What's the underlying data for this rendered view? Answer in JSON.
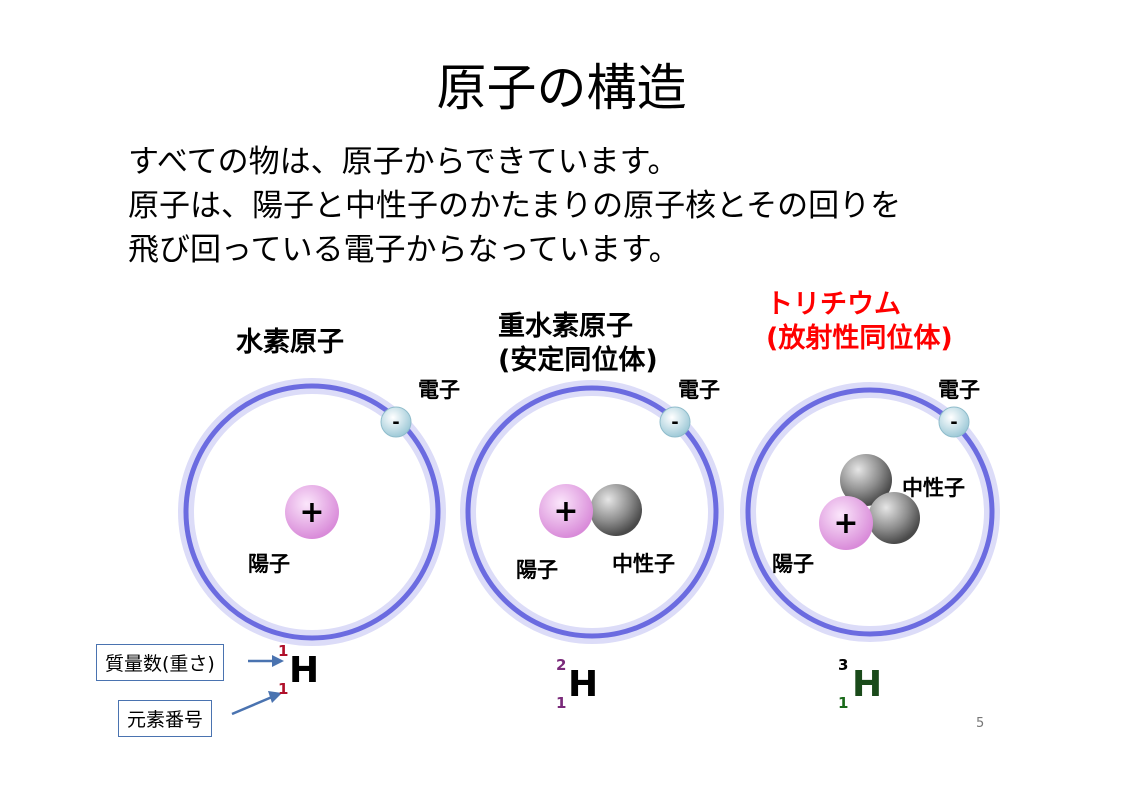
{
  "title": "原子の構造",
  "intro": [
    "すべての物は、原子からできています。",
    "原子は、陽子と中性子のかたまりの原子核とその回りを",
    "飛び回っている電子からなっています。"
  ],
  "atoms": [
    {
      "title_lines": [
        "水素原子"
      ],
      "electron_label": "電子",
      "electron_symbol": "-",
      "proton_label": "陽子",
      "proton_symbol": "+",
      "isotope": {
        "mass": "1",
        "number": "1",
        "symbol": "H",
        "index_color": "#b0102a"
      }
    },
    {
      "title_lines": [
        "重水素原子",
        "(安定同位体)"
      ],
      "electron_label": "電子",
      "electron_symbol": "-",
      "proton_label": "陽子",
      "proton_symbol": "+",
      "neutron_label": "中性子",
      "isotope": {
        "mass": "2",
        "number": "1",
        "symbol": "H",
        "index_color": "#7a2a7a"
      }
    },
    {
      "title_lines": [
        "トリチウム",
        "(放射性同位体)"
      ],
      "title_color": "#ff0000",
      "electron_label": "電子",
      "electron_symbol": "-",
      "proton_label": "陽子",
      "proton_symbol": "+",
      "neutron_label": "中性子",
      "isotope": {
        "mass": "3",
        "number": "1",
        "symbol": "H",
        "index_color": "#1a6a1a"
      }
    }
  ],
  "legend": {
    "mass_number_label": "質量数(重さ)",
    "atomic_number_label": "元素番号"
  },
  "page_number": "5",
  "colors": {
    "orbit": "#6b6be0",
    "orbit_glow": "#d6d6f7",
    "proton": "#e8a6e8",
    "electron": "#bfe0ea",
    "neutron": "#8a8a8a",
    "arrow": "#4a73b0"
  }
}
